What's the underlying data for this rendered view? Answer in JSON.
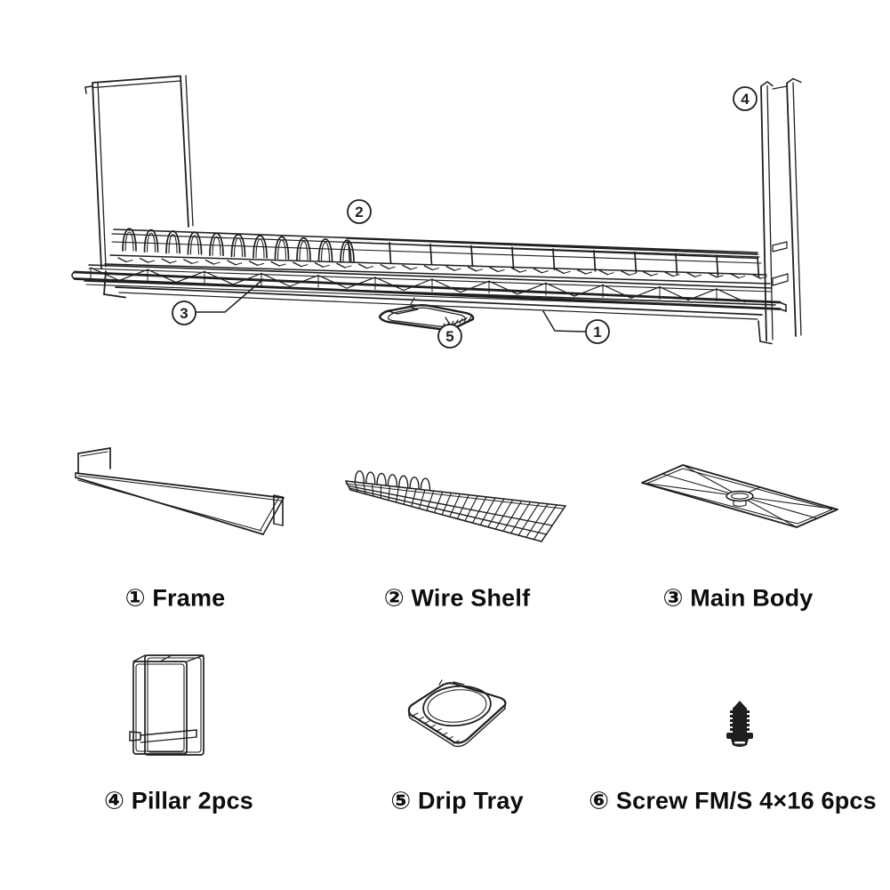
{
  "colors": {
    "line": "#1f1f1f",
    "background": "#ffffff",
    "text": "#0d0d0d"
  },
  "assembly": {
    "callouts": [
      {
        "num": "1"
      },
      {
        "num": "2"
      },
      {
        "num": "3"
      },
      {
        "num": "4"
      },
      {
        "num": "5"
      }
    ]
  },
  "parts": [
    {
      "num": "①",
      "name": "Frame",
      "label": "① Frame"
    },
    {
      "num": "②",
      "name": "Wire Shelf",
      "label": "② Wire Shelf"
    },
    {
      "num": "③",
      "name": "Main Body",
      "label": "③ Main Body"
    },
    {
      "num": "④",
      "name": "Pillar 2pcs",
      "label": "④ Pillar 2pcs"
    },
    {
      "num": "⑤",
      "name": "Drip Tray",
      "label": "⑤ Drip Tray"
    },
    {
      "num": "⑥",
      "name": "Screw FM/S 4×16 6pcs",
      "label": "⑥ Screw FM/S 4×16 6pcs"
    }
  ]
}
